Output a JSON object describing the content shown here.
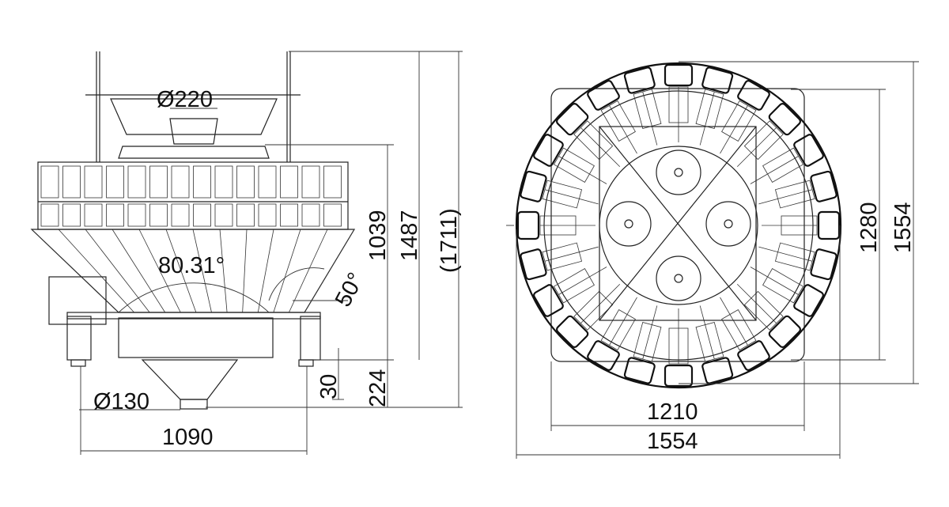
{
  "side_view": {
    "top_diameter": "Ø220",
    "bucket_angle": "80.31°",
    "cone_angle": "50°",
    "height_1039": "1039",
    "height_1487": "1487",
    "height_total": "(1711)",
    "height_224": "224",
    "height_30": "30",
    "outlet_diameter": "Ø130",
    "base_width": "1090"
  },
  "top_view": {
    "inner_width": "1210",
    "outer_width": "1554",
    "inner_height": "1280",
    "outer_height": "1554",
    "bucket_count": 24
  }
}
